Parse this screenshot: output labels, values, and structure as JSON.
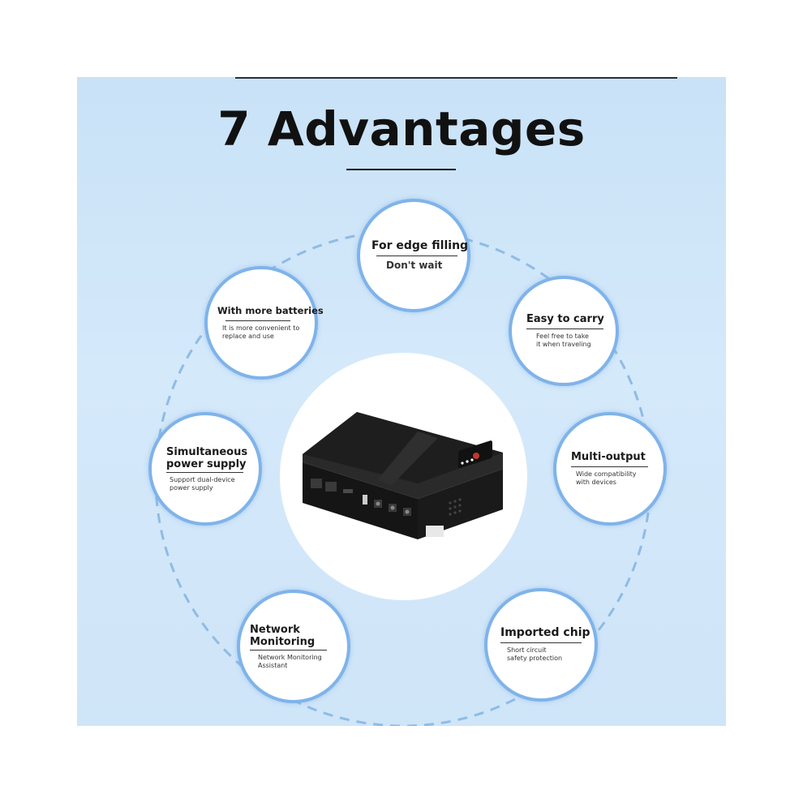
{
  "title": "7 Advantages",
  "colors": {
    "panel_background": "#cfe5f8",
    "bubble_border": "#7fb3ea",
    "dashed_orbit": "#8fbbe6",
    "device_body": "#1c1c1c"
  },
  "advantages": [
    {
      "heading": "For edge filling",
      "detail": "Don't wait"
    },
    {
      "heading": "Easy to carry",
      "detail_line1": "Feel free to take",
      "detail_line2": "it when traveling"
    },
    {
      "heading": "Multi-output",
      "detail_line1": "Wide compatibility",
      "detail_line2": "with devices"
    },
    {
      "heading": "Imported chip",
      "detail_line1": "Short circuit",
      "detail_line2": "safety protection"
    },
    {
      "heading_line1": "Network",
      "heading_line2": "Monitoring",
      "detail_line1": "Network Monitoring",
      "detail_line2": "Assistant"
    },
    {
      "heading_line1": "Simultaneous",
      "heading_line2": "power supply",
      "detail_line1": "Support dual-device",
      "detail_line2": "power supply"
    },
    {
      "heading": "With more batteries",
      "detail_line1": "It is more convenient to",
      "detail_line2": "replace and use"
    }
  ],
  "product": {
    "icon": "mini-ups-device-image"
  }
}
